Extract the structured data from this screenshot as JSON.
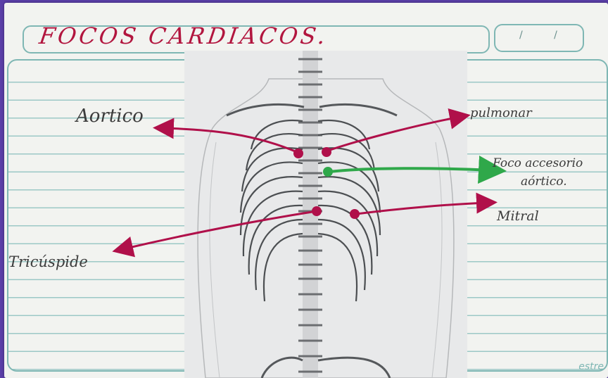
{
  "page": {
    "title": "FOCOS CARDIACOS.",
    "date_text": "/ /",
    "brand": "estre"
  },
  "labels": {
    "aortico": "Aortico",
    "pulmonar": "pulmonar",
    "accesorio_line1": "Foco accesorio",
    "accesorio_line2": "aórtico.",
    "mitral": "Mitral",
    "tricuspide": "Tricúspide"
  },
  "colors": {
    "paper": "#f2f3f0",
    "rule_lines": "#9cc8c6",
    "frame": "#7fb7b4",
    "title_ink": "#b2163f",
    "focus_marker": "#b0104a",
    "accessory_marker": "#2fa84a",
    "handwriting_ink": "#3c3c3c",
    "background": "#5b3fa8"
  }
}
